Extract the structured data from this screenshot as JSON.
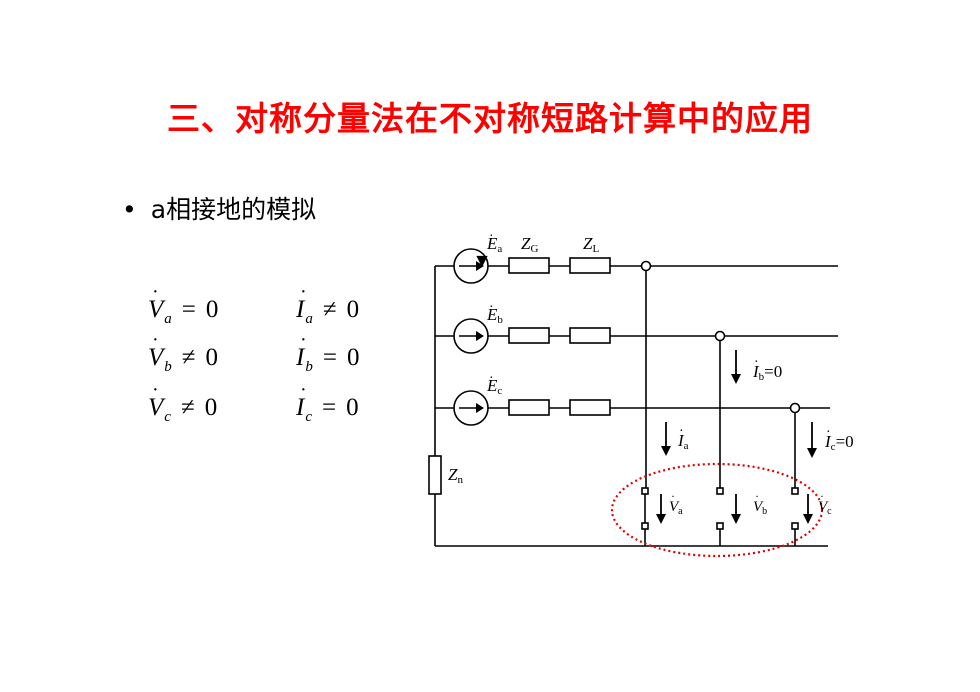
{
  "title": "三、对称分量法在不对称短路计算中的应用",
  "bullet": {
    "dot": "•",
    "text": "a相接地的模拟"
  },
  "conditions": [
    {
      "sym": "V",
      "sub": "a",
      "op": "=",
      "rhs": "0"
    },
    {
      "sym": "I",
      "sub": "a",
      "op": "≠",
      "rhs": "0"
    },
    {
      "sym": "V",
      "sub": "b",
      "op": "≠",
      "rhs": "0"
    },
    {
      "sym": "I",
      "sub": "b",
      "op": "=",
      "rhs": "0"
    },
    {
      "sym": "V",
      "sub": "c",
      "op": "≠",
      "rhs": "0"
    },
    {
      "sym": "I",
      "sub": "c",
      "op": "=",
      "rhs": "0"
    }
  ],
  "circuit": {
    "sources": [
      {
        "sym": "E",
        "sub": "a"
      },
      {
        "sym": "E",
        "sub": "b"
      },
      {
        "sym": "E",
        "sub": "c"
      }
    ],
    "impedances": {
      "generator": {
        "sym": "Z",
        "sub": "G"
      },
      "line": {
        "sym": "Z",
        "sub": "L"
      },
      "neutral": {
        "sym": "Z",
        "sub": "n"
      }
    },
    "currents": [
      {
        "sym": "I",
        "sub": "a",
        "suffix": ""
      },
      {
        "sym": "I",
        "sub": "b",
        "suffix": "=0"
      },
      {
        "sym": "I",
        "sub": "c",
        "suffix": "=0"
      }
    ],
    "voltages": [
      {
        "sym": "V",
        "sub": "a"
      },
      {
        "sym": "V",
        "sub": "b"
      },
      {
        "sym": "V",
        "sub": "c"
      }
    ],
    "dot": "·"
  }
}
